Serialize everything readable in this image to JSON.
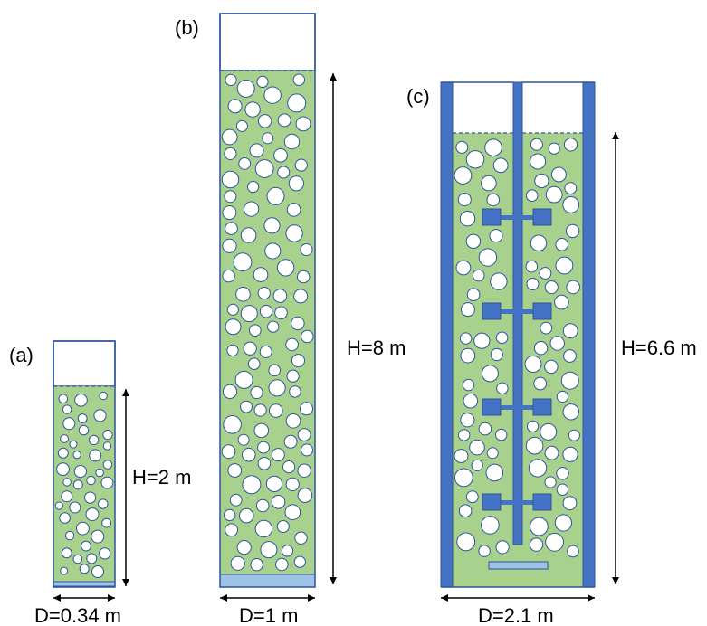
{
  "figure": {
    "panels": [
      {
        "id": "a",
        "label": "(a)",
        "height_label": "H=2 m",
        "diameter_label": "D=0.34 m"
      },
      {
        "id": "b",
        "label": "(b)",
        "height_label": "H=8 m",
        "diameter_label": "D=1 m"
      },
      {
        "id": "c",
        "label": "(c)",
        "height_label": "H=6.6 m",
        "diameter_label": "D=2.1 m"
      }
    ],
    "colors": {
      "liquid": "#a9d18e",
      "outline": "#2f5597",
      "bubble_fill": "#ffffff",
      "bubble_stroke": "#2f5597",
      "sparger": "#9dc3e6",
      "baffle": "#4472c4",
      "impeller": "#4472c4",
      "arrow": "#000000"
    }
  }
}
